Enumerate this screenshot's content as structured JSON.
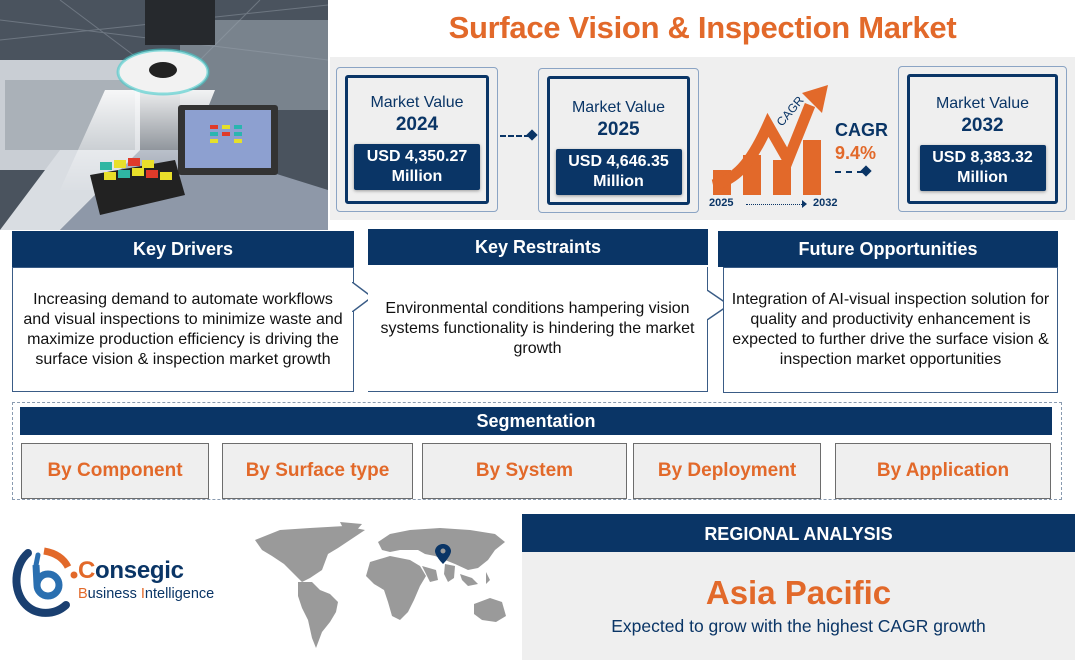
{
  "title": "Surface Vision & Inspection Market",
  "colors": {
    "navy": "#0a3566",
    "orange": "#e2692a",
    "panel_bg": "#efefef"
  },
  "hero_image": {
    "alt": "machine-vision-camera-inspecting-components"
  },
  "market_values": [
    {
      "label": "Market Value",
      "year": "2024",
      "value": "USD 4,350.27",
      "unit": "Million"
    },
    {
      "label": "Market Value",
      "year": "2025",
      "value": "USD 4,646.35",
      "unit": "Million"
    },
    {
      "label": "Market Value",
      "year": "2032",
      "value": "USD 8,383.32",
      "unit": "Million"
    }
  ],
  "cagr": {
    "arrow_text": "CAGR",
    "label": "CAGR",
    "value": "9.4%",
    "start_year": "2025",
    "end_year": "2032"
  },
  "panels": {
    "drivers": {
      "title": "Key Drivers",
      "text": "Increasing demand to automate workflows and visual inspections to minimize waste and maximize production efficiency is driving the surface vision & inspection market growth"
    },
    "restraints": {
      "title": "Key Restraints",
      "text": "Environmental conditions hampering vision systems functionality is hindering the market growth"
    },
    "opportunities": {
      "title": "Future Opportunities",
      "text": "Integration of AI-visual inspection solution for quality and productivity enhancement is expected to further drive the surface vision & inspection market opportunities"
    }
  },
  "segmentation": {
    "title": "Segmentation",
    "items": [
      "By Component",
      "By Surface type",
      "By System",
      "By Deployment",
      "By Application"
    ]
  },
  "logo": {
    "name_initial": "C",
    "name_rest": "onsegic",
    "sub_b": "B",
    "sub_1": "usiness ",
    "sub_i": "I",
    "sub_2": "ntelligence"
  },
  "regional": {
    "title": "REGIONAL ANALYSIS",
    "region": "Asia Pacific",
    "description": "Expected to grow with the highest CAGR growth"
  }
}
